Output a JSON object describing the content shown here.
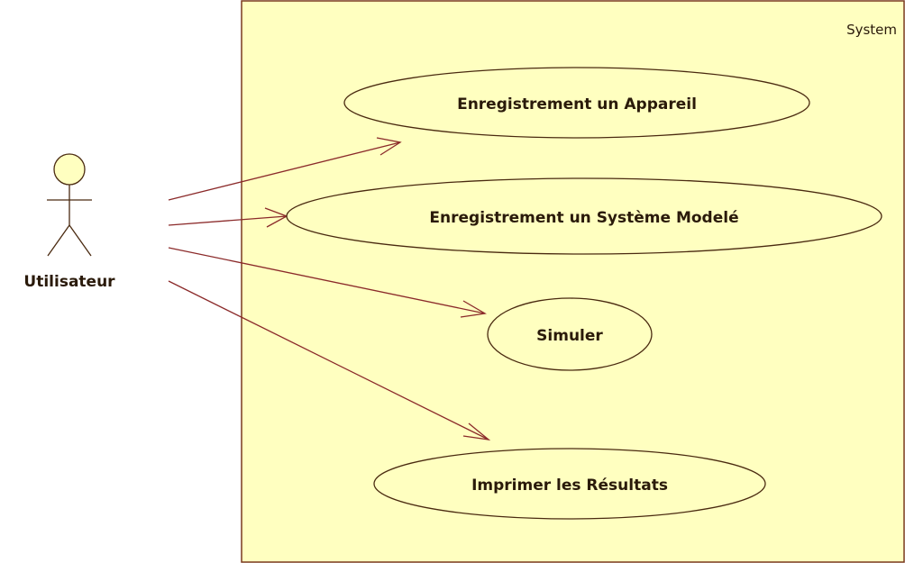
{
  "system": {
    "label": "System"
  },
  "actor": {
    "name": "Utilisateur"
  },
  "use_cases": [
    {
      "label": "Enregistrement un Appareil"
    },
    {
      "label": "Enregistrement un Système Modelé"
    },
    {
      "label": "Simuler"
    },
    {
      "label": "Imprimer les Résultats"
    }
  ],
  "colors": {
    "system_fill": "#FFFFC0",
    "system_border": "#7A3A1E",
    "usecase_fill": "#FFFFC0",
    "usecase_stroke": "#4A2A10",
    "association": "#8B2A2A",
    "actor_head_fill": "#FFFFC0",
    "text": "#2A1A0A"
  }
}
